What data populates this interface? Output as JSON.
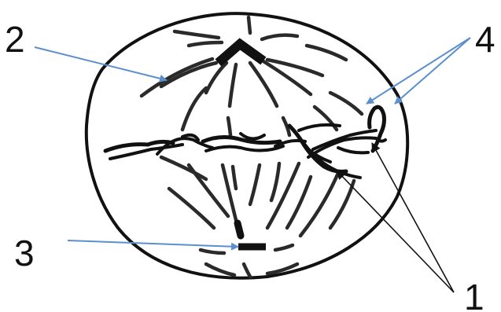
{
  "labels": {
    "l1": "1",
    "l2": "2",
    "l3": "3",
    "l4": "4"
  },
  "colors": {
    "outline": "#111111",
    "pointer_blue": "#5b8fd0",
    "pointer_black": "#111111",
    "background": "#ffffff"
  }
}
